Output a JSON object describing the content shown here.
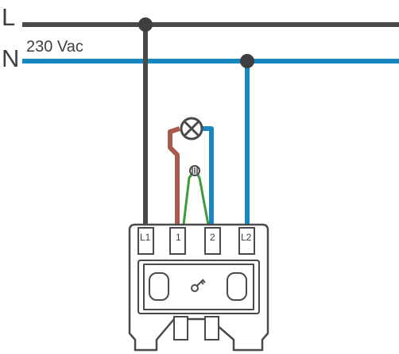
{
  "supply": {
    "line_label": "L",
    "neutral_label": "N",
    "voltage_label": "230 Vac"
  },
  "terminals": [
    "L1",
    "1",
    "2",
    "L2"
  ],
  "colors": {
    "line_wire": "#4a4a4c",
    "neutral_wire": "#1a86c0",
    "lamp_feed_wire": "#a85a4e",
    "indicator_wire": "#3e9a3a",
    "outline": "#4a4a4c"
  },
  "icons": {
    "lamp": "lamp-cross-icon",
    "indicator": "neon-indicator-icon",
    "key": "key-icon"
  }
}
